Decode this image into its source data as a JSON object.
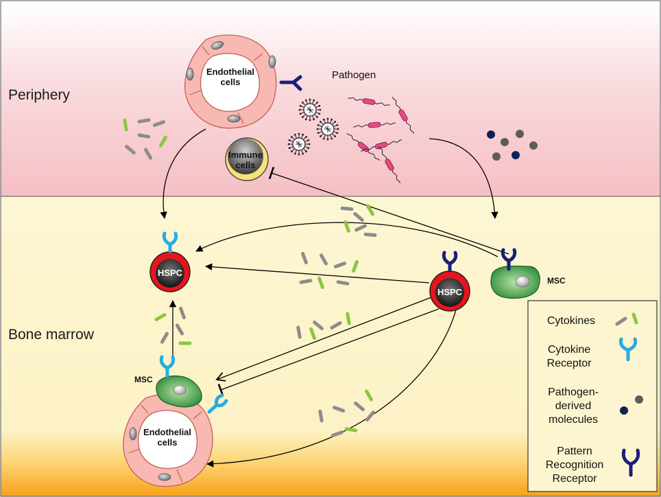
{
  "regions": {
    "periphery": "Periphery",
    "bone_marrow": "Bone marrow"
  },
  "periphery": {
    "endothelial_label": "Endothelial cells",
    "pathogen_label": "Pathogen",
    "immune_label": "Immune cells"
  },
  "bone_marrow": {
    "hspc_left": "HSPC",
    "hspc_right": "HSPC",
    "msc_right": "MSC",
    "msc_left": "MSC",
    "endothelial_label": "Endothelial cells"
  },
  "legend": {
    "items": [
      {
        "label": "Cytokines",
        "icon": "cytokine-icon"
      },
      {
        "label": "Cytokine Receptor",
        "icon": "cytokine-receptor-icon"
      },
      {
        "label": "Pathogen-derived molecules",
        "icon": "pathogen-molecule-icon"
      },
      {
        "label": "Pattern Recognition Receptor",
        "icon": "prr-icon"
      }
    ]
  },
  "colors": {
    "periphery_bg": "#f7c8cc",
    "bone_marrow_bg": "#fdf5cf",
    "bone_marrow_bottom": "#f7a81b",
    "cytokine_green": "#8cc63f",
    "cytokine_gray": "#8c8c8c",
    "cytokine_receptor": "#29abe2",
    "prr": "#1b1f7a",
    "hspc_red": "#e8141c",
    "msc_green": "#2f9a3a",
    "endothelial": "#f4b6ae",
    "pathogen_molecule_navy": "#0d2258",
    "pathogen_molecule_gray": "#5c5c5c",
    "bacteria_pink": "#e24a82",
    "immune_yellow": "#f7e27a"
  }
}
